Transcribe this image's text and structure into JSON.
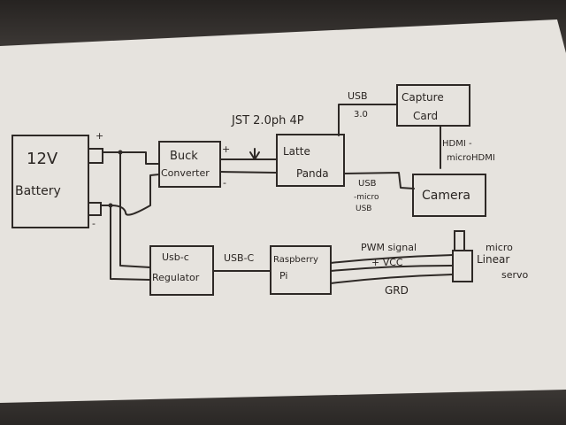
{
  "diagram": {
    "type": "hand-drawn wiring diagram",
    "components": {
      "battery": {
        "line1": "12V",
        "line2": "Battery"
      },
      "buck": {
        "line1": "Buck",
        "line2": "Converter"
      },
      "latte": {
        "line1": "Latte",
        "line2": "Panda"
      },
      "capture": {
        "line1": "Capture",
        "line2": "Card"
      },
      "camera": {
        "line1": "Camera"
      },
      "usbc_reg": {
        "line1": "Usb-c",
        "line2": "Regulator"
      },
      "rpi": {
        "line1": "Raspberry",
        "line2": "Pi"
      },
      "servo": {
        "line1": "micro",
        "line2": "Linear",
        "line3": "servo"
      }
    },
    "labels": {
      "battery_plus": "+",
      "battery_minus": "-",
      "buck_plus": "+",
      "buck_minus": "-",
      "jst": "JST 2.0ph 4P",
      "usb30_1": "USB",
      "usb30_2": "3.0",
      "hdmi_1": "HDMI -",
      "hdmi_2": "microHDMI",
      "usbmicro_1": "USB",
      "usbmicro_2": "-micro",
      "usbmicro_3": "USB",
      "usbc": "USB-C",
      "pwm": "PWM signal",
      "vcc": "+ VCC",
      "grd": "GRD"
    }
  }
}
